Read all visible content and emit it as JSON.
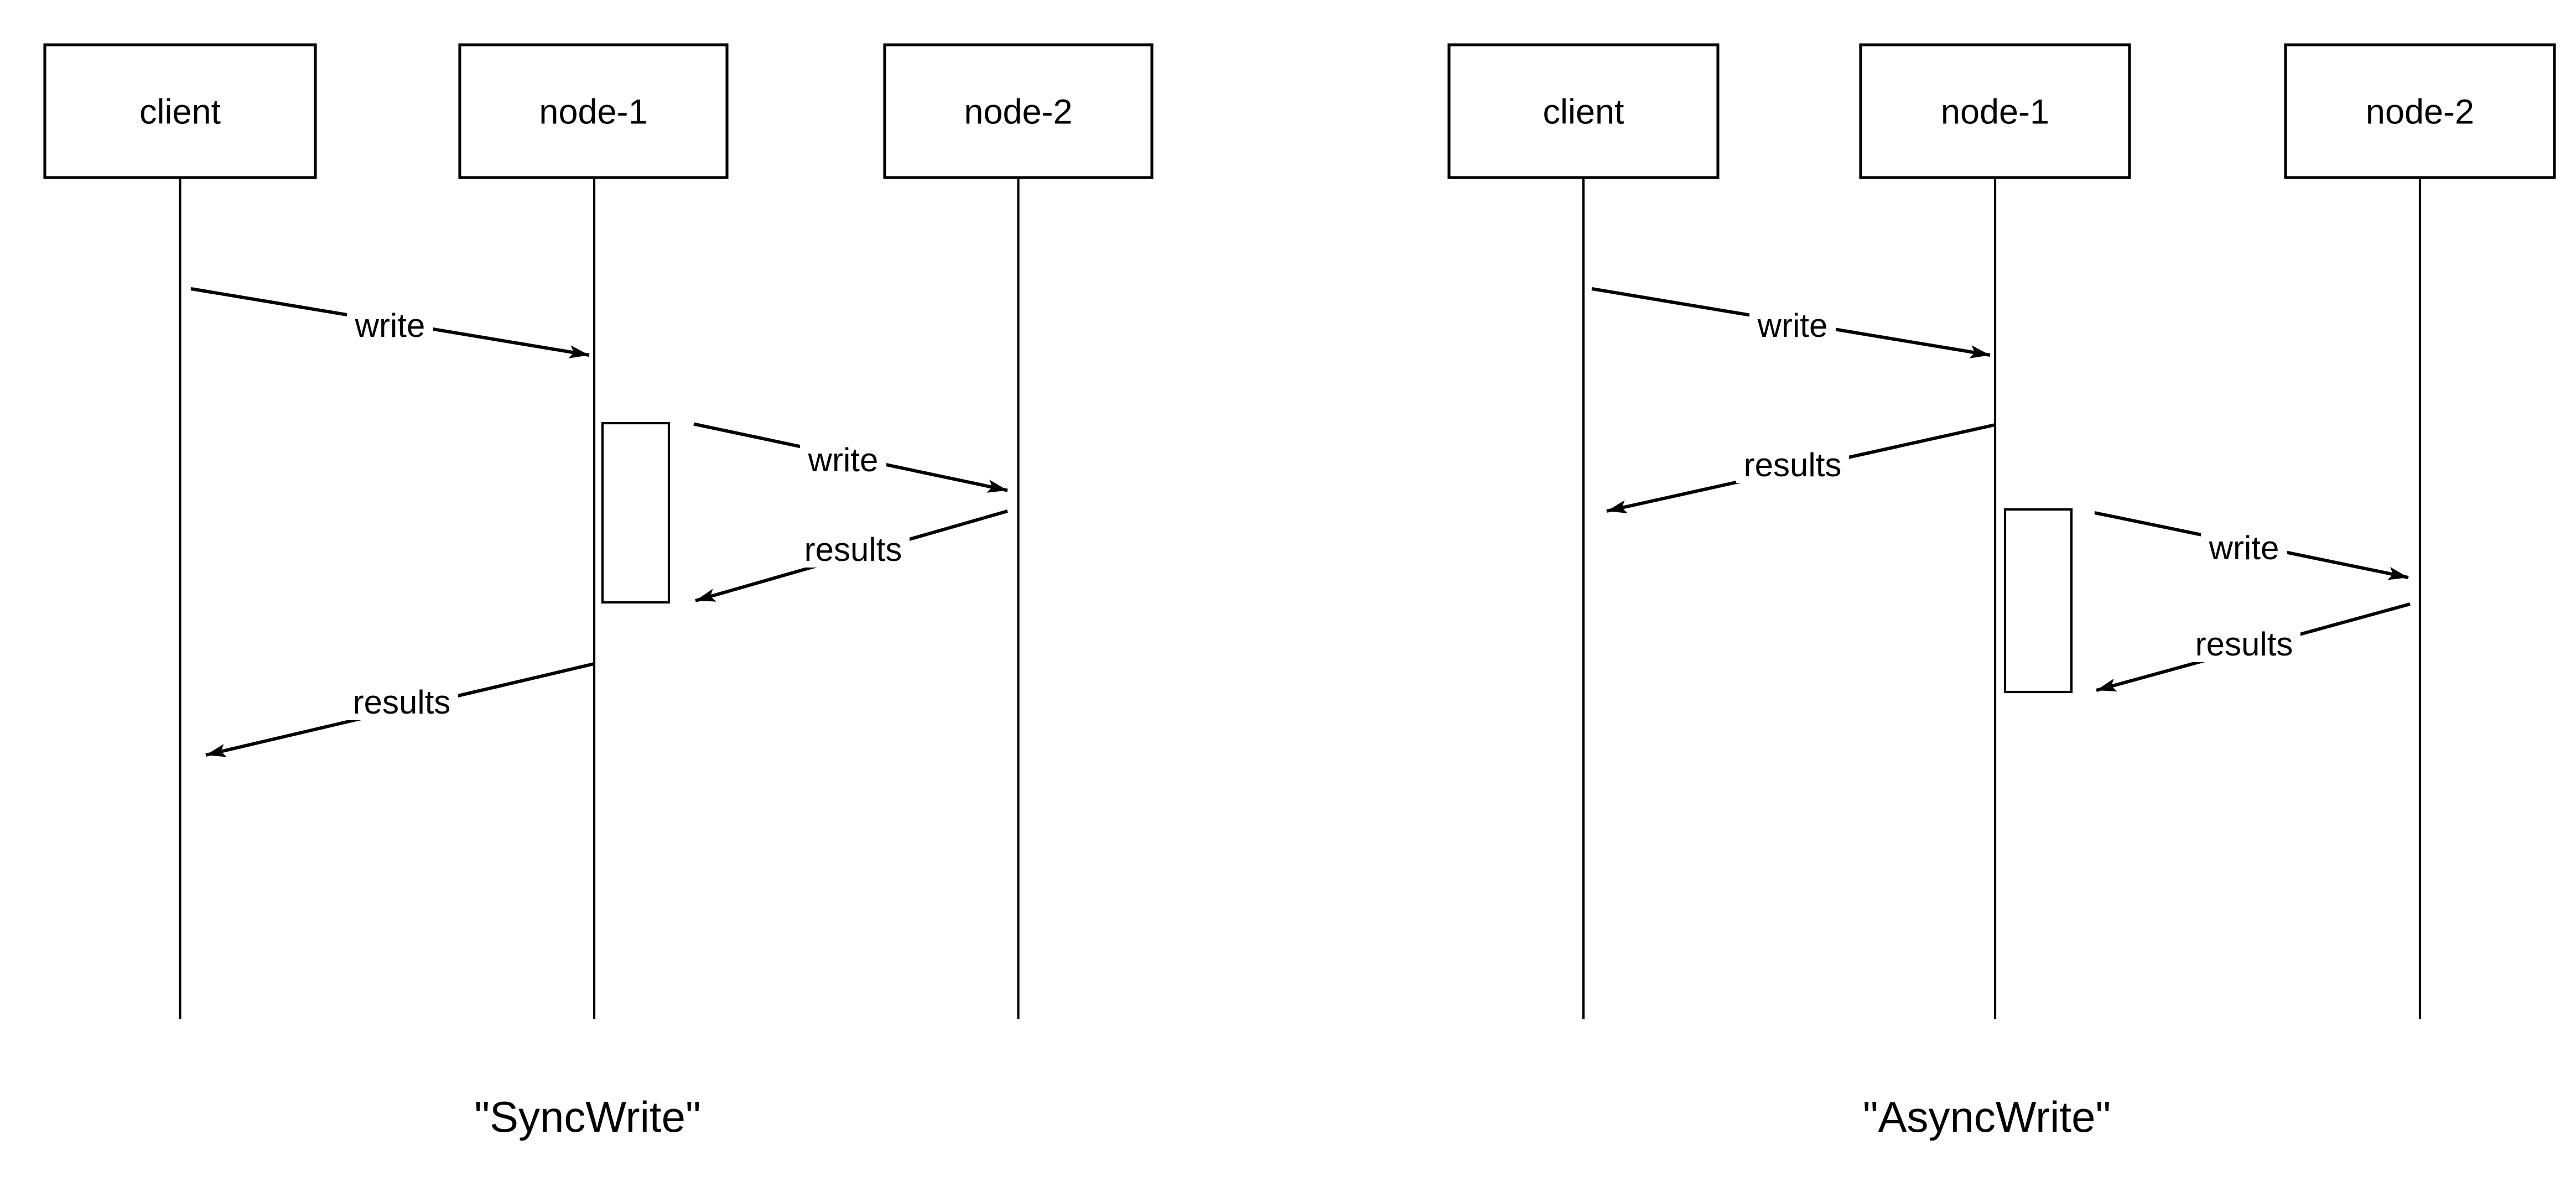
{
  "page": {
    "background_color": "#ffffff",
    "ink_color": "#000000"
  },
  "diagrams": [
    {
      "id": "sync-write",
      "caption": "\"SyncWrite\"",
      "actors": [
        {
          "label": "client"
        },
        {
          "label": "node-1"
        },
        {
          "label": "node-2"
        }
      ],
      "messages": [
        {
          "label": "write",
          "from": "client",
          "to": "node-1"
        },
        {
          "label": "write",
          "from": "node-1",
          "to": "node-2"
        },
        {
          "label": "results",
          "from": "node-2",
          "to": "node-1"
        },
        {
          "label": "results",
          "from": "node-1",
          "to": "client"
        }
      ]
    },
    {
      "id": "async-write",
      "caption": "\"AsyncWrite\"",
      "actors": [
        {
          "label": "client"
        },
        {
          "label": "node-1"
        },
        {
          "label": "node-2"
        }
      ],
      "messages": [
        {
          "label": "write",
          "from": "client",
          "to": "node-1"
        },
        {
          "label": "results",
          "from": "node-1",
          "to": "client"
        },
        {
          "label": "write",
          "from": "node-1",
          "to": "node-2"
        },
        {
          "label": "results",
          "from": "node-2",
          "to": "node-1"
        }
      ]
    }
  ]
}
